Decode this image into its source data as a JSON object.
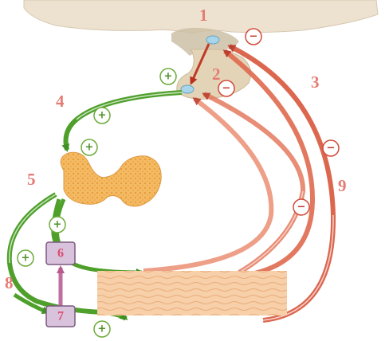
{
  "diagram": {
    "labels": {
      "hypothalamus": "1",
      "pituitary": "2",
      "feedback_short": "3",
      "tsh_path": "4",
      "thyroid": "5",
      "box_upper": "6",
      "box_lower": "7",
      "peripheral_path": "8",
      "feedback_long": "9"
    },
    "signs": {
      "plus": "+",
      "minus": "−"
    },
    "colors": {
      "stimulatory_arrow": "#4ea02a",
      "inhibitory_arrow": "#d0432f",
      "label_color": "#e57b73",
      "thyroid_fill": "#f2b85e",
      "tissue_fill": "#f6cba1",
      "brain_fill": "#eee4d3",
      "node_fill": "#a9d5ea"
    }
  }
}
